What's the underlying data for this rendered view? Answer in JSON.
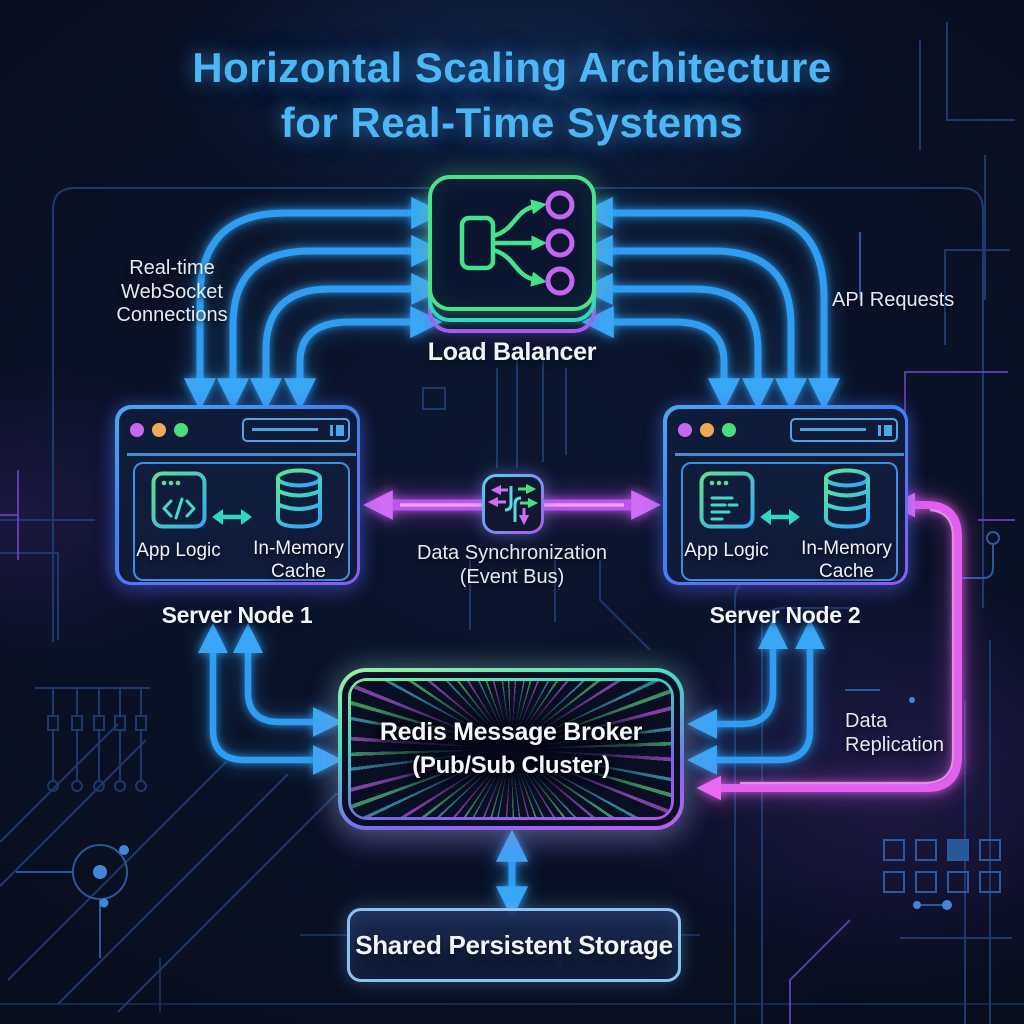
{
  "title": {
    "line1": "Horizontal Scaling Architecture",
    "line2": "for Real-Time Systems"
  },
  "load_balancer": {
    "label": "Load Balancer"
  },
  "annotations": {
    "websocket": {
      "line1": "Real-time",
      "line2": "WebSocket",
      "line3": "Connections"
    },
    "api_requests": {
      "label": "API Requests"
    },
    "data_sync": {
      "line1": "Data Synchronization",
      "line2": "(Event Bus)"
    },
    "data_replication": {
      "line1": "Data",
      "line2": "Replication"
    }
  },
  "server_node_1": {
    "label": "Server Node 1",
    "app_logic": "App Logic",
    "cache_line1": "In-Memory",
    "cache_line2": "Cache"
  },
  "server_node_2": {
    "label": "Server Node 2",
    "app_logic": "App Logic",
    "cache_line1": "In-Memory",
    "cache_line2": "Cache"
  },
  "message_broker": {
    "line1": "Redis Message Broker",
    "line2": "(Pub/Sub Cluster)"
  },
  "storage": {
    "label": "Shared Persistent Storage"
  },
  "colors": {
    "title_blue": "#4cb7f4",
    "arrow_blue": "#2f9df2",
    "lb_green": "#4ee18a",
    "lb_stack_teal": "#2fd8c8",
    "lb_stack_purple": "#a75cf0",
    "node_border_blue": "#3b82f6",
    "node_border_purple": "#8b5cf6",
    "icon_green": "#5fe38d",
    "icon_blue": "#38a8f0",
    "teal_arrow": "#2dd4bf",
    "sync_purple": "#bf55ef",
    "replication_pink": "#e35ff0",
    "broker_gradient_green": "#9ef0a0",
    "broker_gradient_purple": "#c25ef5",
    "storage_border": "#8cc2ee",
    "window_dot_purple": "#c468ec",
    "window_dot_orange": "#f0a85a",
    "window_dot_green": "#48de7e"
  }
}
